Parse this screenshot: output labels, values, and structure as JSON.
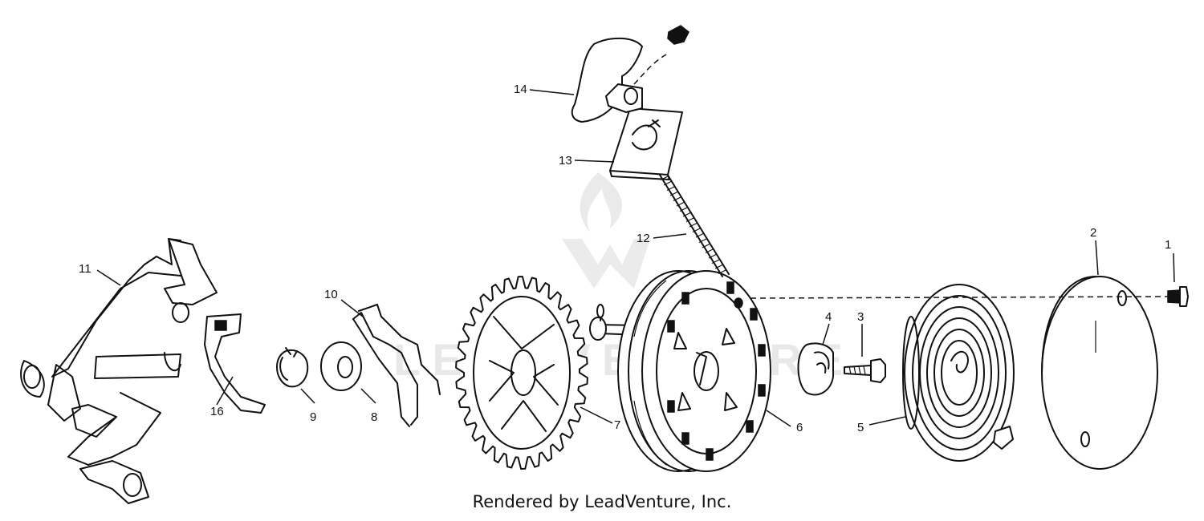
{
  "diagram": {
    "credit": "Rendered by LeadVenture, Inc.",
    "watermark_text": "LEADVENTURE",
    "callouts": [
      {
        "id": "1",
        "label": "1",
        "part": "bolt"
      },
      {
        "id": "2",
        "label": "2",
        "part": "cover-plate"
      },
      {
        "id": "3",
        "label": "3",
        "part": "screw"
      },
      {
        "id": "4",
        "label": "4",
        "part": "cam"
      },
      {
        "id": "5",
        "label": "5",
        "part": "recoil-spring"
      },
      {
        "id": "6",
        "label": "6",
        "part": "pulley"
      },
      {
        "id": "7",
        "label": "7",
        "part": "starter-gear"
      },
      {
        "id": "8",
        "label": "8",
        "part": "washer"
      },
      {
        "id": "9",
        "label": "9",
        "part": "retaining-ring"
      },
      {
        "id": "10",
        "label": "10",
        "part": "wire-spring"
      },
      {
        "id": "11",
        "label": "11",
        "part": "mounting-bracket"
      },
      {
        "id": "12",
        "label": "12",
        "part": "starter-rope"
      },
      {
        "id": "13",
        "label": "13",
        "part": "rope-guide-plate"
      },
      {
        "id": "14",
        "label": "14",
        "part": "handle"
      },
      {
        "id": "16",
        "label": "16",
        "part": "pawl"
      }
    ]
  }
}
